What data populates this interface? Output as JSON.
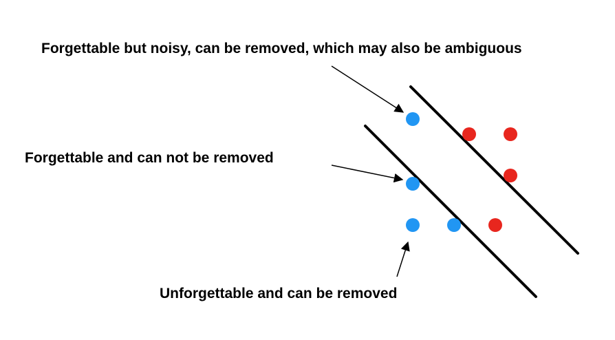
{
  "annotations": {
    "noisy_point_label": "Forgettable but noisy, can be removed, which may also be ambiguous",
    "boundary_point_label": "Forgettable and can not be removed",
    "removable_point_label": "Unforgettable and can be removed"
  },
  "points": {
    "blue": [
      {
        "name": "blue-point-top"
      },
      {
        "name": "blue-point-middle"
      },
      {
        "name": "blue-point-bottom-left"
      },
      {
        "name": "blue-point-bottom-right"
      }
    ],
    "red": [
      {
        "name": "red-point-top-left"
      },
      {
        "name": "red-point-top-right"
      },
      {
        "name": "red-point-middle"
      },
      {
        "name": "red-point-bottom"
      }
    ]
  },
  "colors": {
    "blue_point": "#2196f3",
    "red_point": "#e8261e",
    "line": "#000000",
    "text": "#000000",
    "background": "#ffffff"
  }
}
